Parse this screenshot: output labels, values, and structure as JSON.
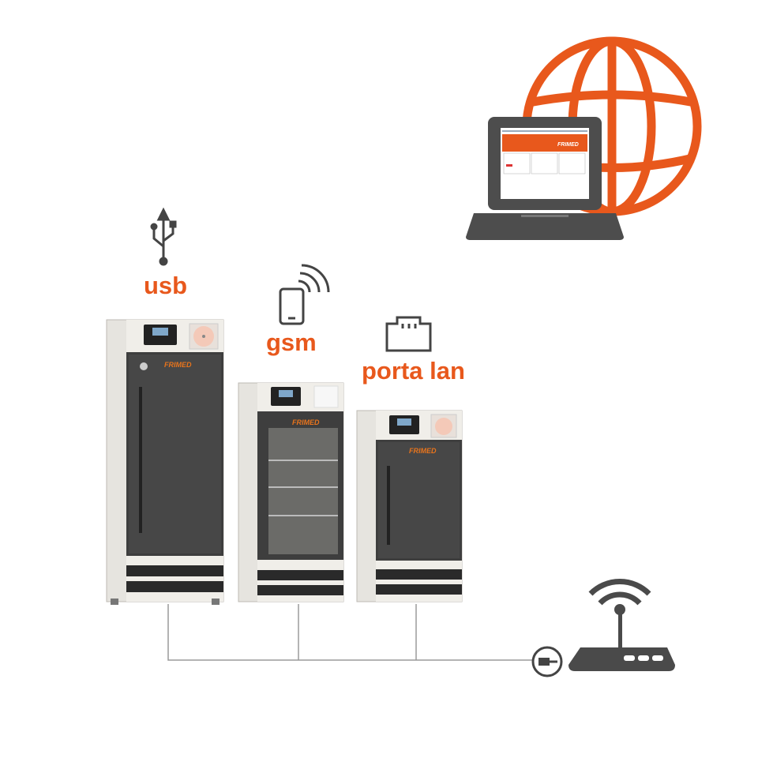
{
  "labels": {
    "usb": "usb",
    "gsm": "gsm",
    "lan": "porta lan"
  },
  "brand_logo": "FRIMED",
  "colors": {
    "accent": "#e8581c",
    "dark": "#4a4a4a",
    "line": "#9a9a9a"
  },
  "icons": [
    "globe-icon",
    "laptop-icon",
    "usb-icon",
    "smartphone-signal-icon",
    "lan-port-icon",
    "ethernet-plug-icon",
    "wifi-router-icon"
  ]
}
